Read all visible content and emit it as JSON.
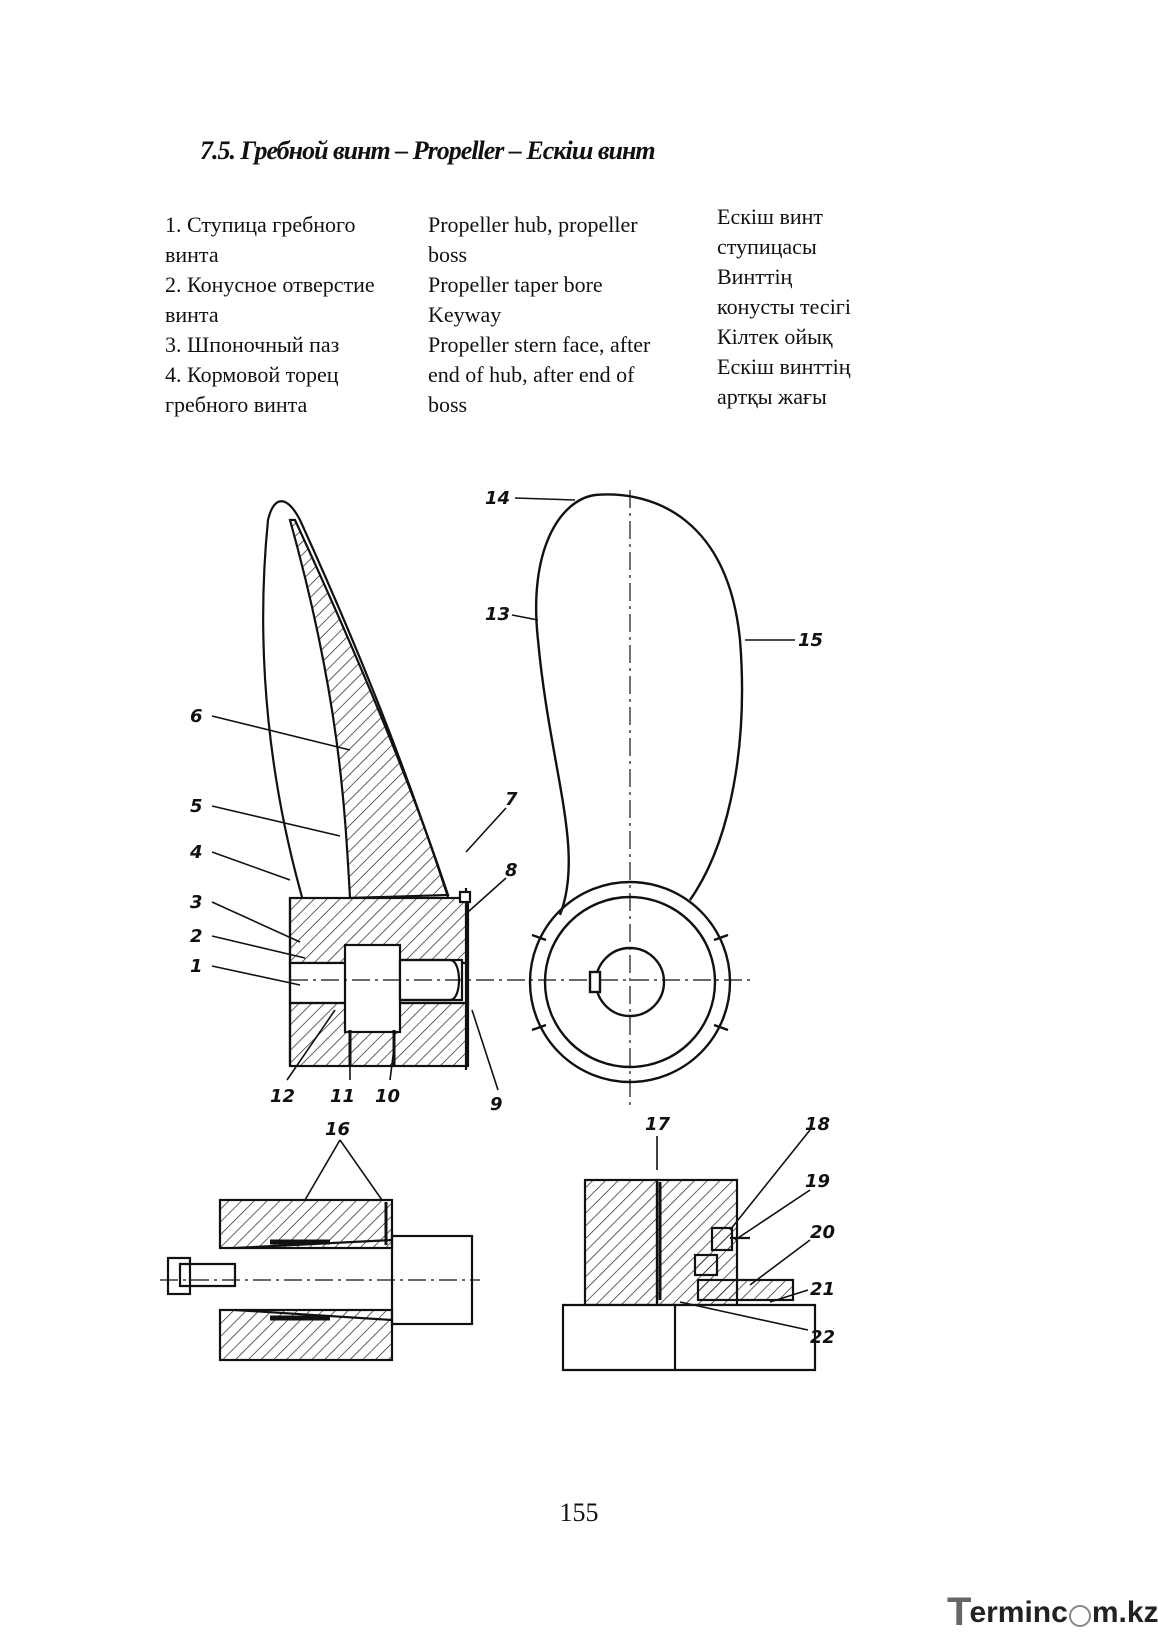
{
  "heading": "7.5. Гребной винт – Propeller – Ескiш винт",
  "columns": {
    "russian": [
      "1.  Ступица гребного",
      "винта",
      "2.  Конусное отверстие",
      "винта",
      "3.  Шпоночный паз",
      "4.  Кормовой торец",
      "гребного винта"
    ],
    "english": [
      "Propeller hub, propeller",
      "boss",
      "Propeller taper bore",
      "Keyway",
      "Propeller stern face, after",
      "end of hub, after end of",
      "boss"
    ],
    "kazakh": [
      "Ескiш винт",
      "ступицасы",
      "Винттiң",
      "конусты тесiгi",
      "Кiлтек ойық",
      "Ескiш винттiң",
      "артқы жағы"
    ]
  },
  "figure_labels": {
    "n1": "1",
    "n2": "2",
    "n3": "3",
    "n4": "4",
    "n5": "5",
    "n6": "6",
    "n7": "7",
    "n8": "8",
    "n9": "9",
    "n10": "10",
    "n11": "11",
    "n12": "12",
    "n13": "13",
    "n14": "14",
    "n15": "15",
    "n16": "16",
    "n17": "17",
    "n18": "18",
    "n19": "19",
    "n20": "20",
    "n21": "21",
    "n22": "22"
  },
  "page_number": "155",
  "watermark": {
    "t": "T",
    "pre": "erminc",
    "post": "m.kz"
  }
}
